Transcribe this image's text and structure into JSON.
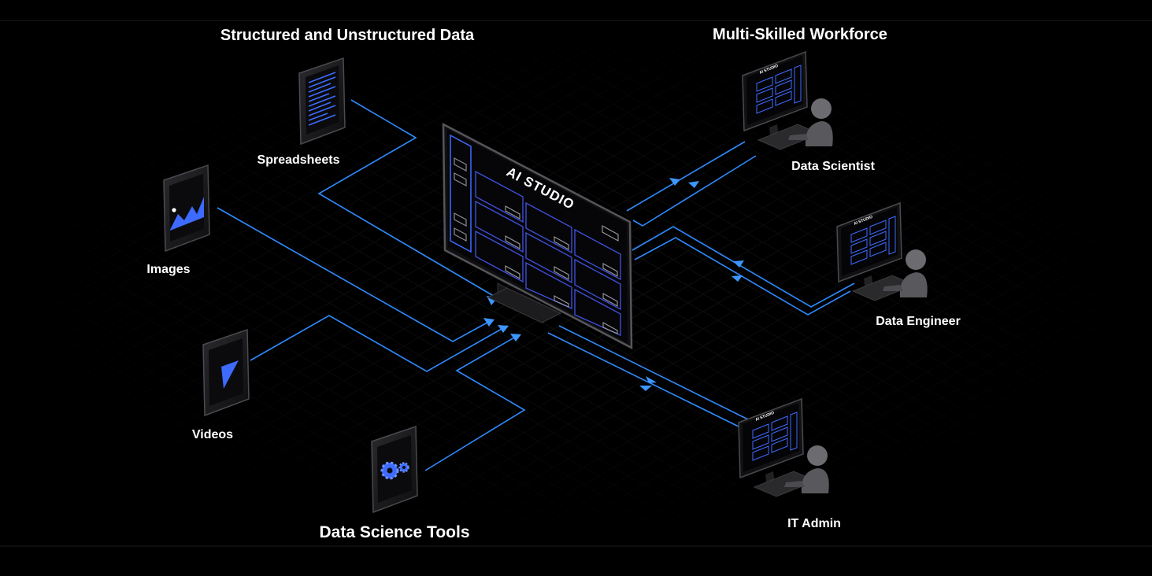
{
  "headings": {
    "left": "Structured and Unstructured Data",
    "right": "Multi-Skilled Workforce",
    "bottom": "Data Science Tools"
  },
  "center": {
    "screen_title": "AI STUDIO",
    "icon": "monitor-icon"
  },
  "sources": [
    {
      "label": "Spreadsheets",
      "icon": "document-icon"
    },
    {
      "label": "Images",
      "icon": "image-chart-icon"
    },
    {
      "label": "Videos",
      "icon": "play-icon"
    },
    {
      "label": "",
      "icon": "gears-icon"
    }
  ],
  "workforce": [
    {
      "label": "Data Scientist",
      "icon": "user-workstation-icon",
      "screen_title": "AI STUDIO"
    },
    {
      "label": "Data Engineer",
      "icon": "user-workstation-icon",
      "screen_title": "AI STUDIO"
    },
    {
      "label": "IT Admin",
      "icon": "user-workstation-icon",
      "screen_title": "AI STUDIO"
    }
  ],
  "colors": {
    "background": "#000000",
    "flow_line": "#2f8bff",
    "accent": "#3d6bff",
    "device": "#1a1a1c"
  }
}
